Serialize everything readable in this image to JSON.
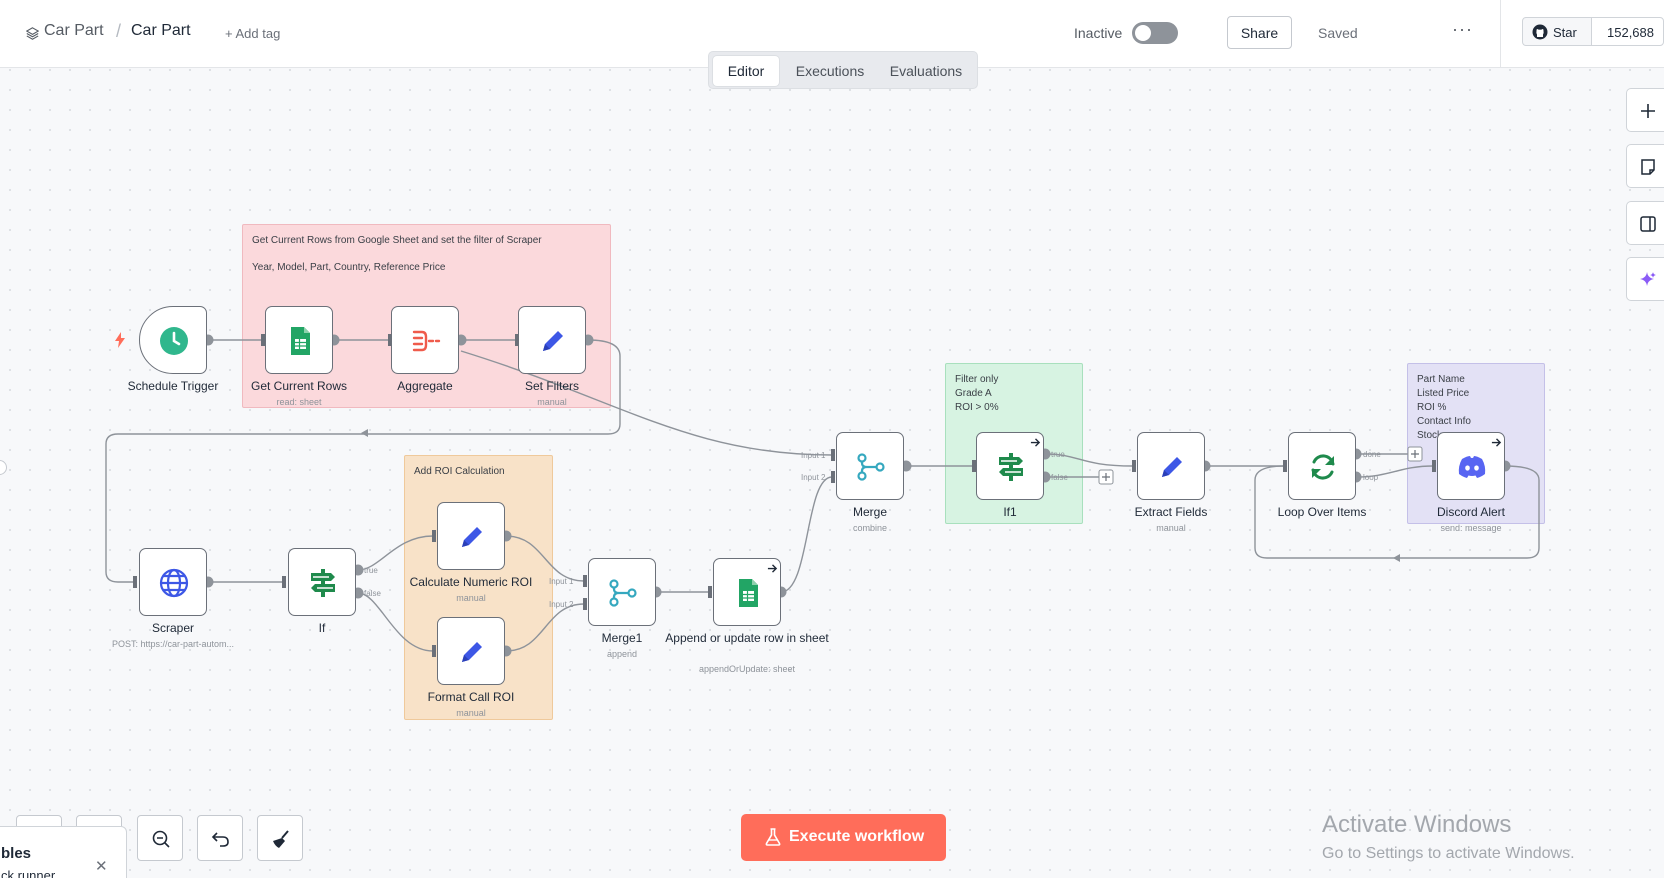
{
  "header": {
    "project": "Car Part",
    "separator": "/",
    "workflow_name": "Car Part",
    "add_tag": "+ Add tag",
    "status_label": "Inactive",
    "share": "Share",
    "saved": "Saved",
    "more": "···",
    "github_star": "Star",
    "github_count": "152,688"
  },
  "tabs": [
    "Editor",
    "Executions",
    "Evaluations"
  ],
  "stickies": {
    "get_rows": [
      "Get Current Rows from Google Sheet and set the filter of Scraper",
      "Year, Model, Part, Country, Reference Price"
    ],
    "roi": [
      "Add ROI Calculation"
    ],
    "filter": [
      "Filter only",
      "Grade A",
      "ROI > 0%"
    ],
    "discord": [
      "Part Name",
      "Listed Price",
      "ROI %",
      "Contact Info",
      "Stock"
    ]
  },
  "nodes": {
    "schedule": {
      "label": "Schedule Trigger",
      "icon": "clock-icon"
    },
    "get_rows": {
      "label": "Get Current Rows",
      "sub": "read: sheet",
      "icon": "google-sheets-icon"
    },
    "aggregate": {
      "label": "Aggregate",
      "icon": "aggregate-icon"
    },
    "set_filters": {
      "label": "Set Filters",
      "sub": "manual",
      "icon": "pencil-icon"
    },
    "scraper": {
      "label": "Scraper",
      "sub": "POST: https://car-part-autom...",
      "icon": "globe-icon"
    },
    "if": {
      "label": "If",
      "icon": "signpost-icon"
    },
    "calc_roi": {
      "label": "Calculate Numeric ROI",
      "sub": "manual",
      "icon": "pencil-icon"
    },
    "format_roi": {
      "label": "Format Call ROI",
      "sub": "manual",
      "icon": "pencil-icon"
    },
    "merge1": {
      "label": "Merge1",
      "sub": "append",
      "icon": "merge-icon"
    },
    "append": {
      "label": "Append or update row in sheet",
      "sub": "appendOrUpdate: sheet",
      "icon": "google-sheets-icon"
    },
    "merge": {
      "label": "Merge",
      "sub": "combine",
      "icon": "merge-icon"
    },
    "if1": {
      "label": "If1",
      "icon": "signpost-icon"
    },
    "extract": {
      "label": "Extract Fields",
      "sub": "manual",
      "icon": "pencil-icon"
    },
    "loop": {
      "label": "Loop Over Items",
      "icon": "refresh-icon"
    },
    "discord": {
      "label": "Discord Alert",
      "sub": "send: message",
      "icon": "discord-icon"
    }
  },
  "ports": {
    "true": "true",
    "false": "false",
    "input1": "Input 1",
    "input2": "Input 2",
    "done": "done",
    "loop": "loop"
  },
  "execute": "Execute workflow",
  "variables_panel": {
    "title": "bles",
    "subtitle": "ck runner"
  },
  "watermark": {
    "line1": "Activate Windows",
    "line2": "Go to Settings to activate Windows."
  },
  "colors": {
    "accent": "#ff6d5a",
    "sticky_red": "#fbd9dc",
    "sticky_orange": "#f8e2c8",
    "sticky_green": "#d7f3e2",
    "sticky_purple": "#e3e1f5",
    "edge": "#8e939a"
  }
}
